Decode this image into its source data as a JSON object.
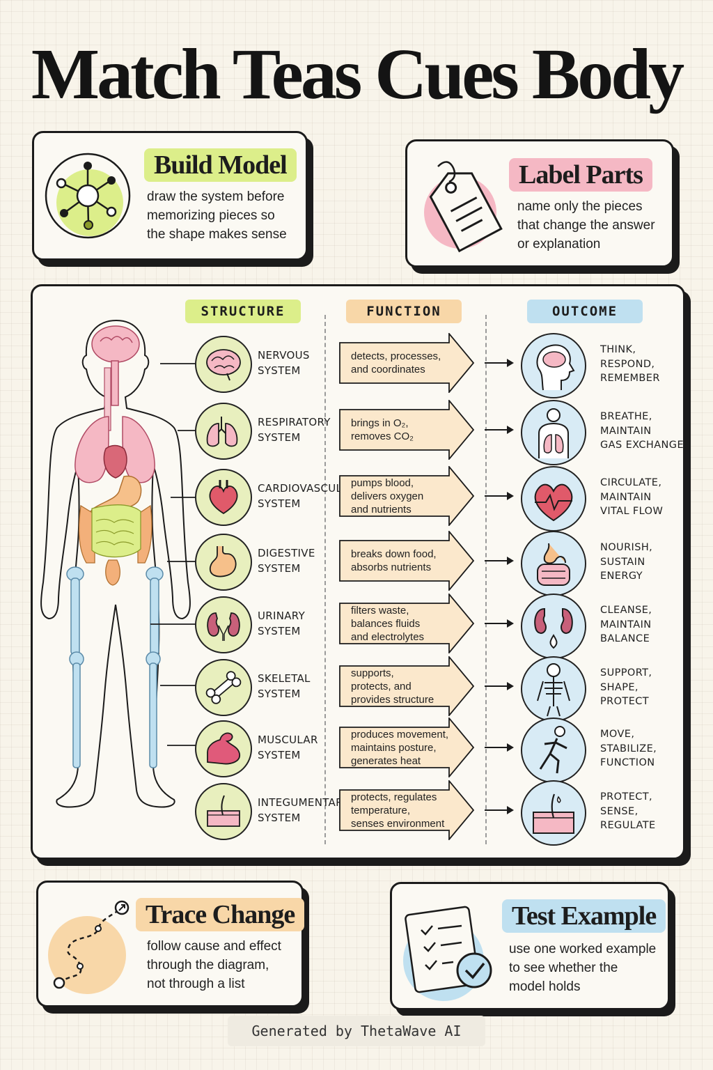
{
  "title": "Match Teas Cues Body",
  "cards": {
    "build_model": {
      "title": "Build Model",
      "lines": [
        "draw the system before",
        "memorizing pieces so",
        "the shape makes sense"
      ]
    },
    "label_parts": {
      "title": "Label Parts",
      "lines": [
        "name only the pieces",
        "that change the answer",
        "or explanation"
      ]
    },
    "trace_change": {
      "title": "Trace Change",
      "lines": [
        "follow cause and effect",
        "through the diagram,",
        "not through a list"
      ]
    },
    "test_example": {
      "title": "Test Example",
      "lines": [
        "use one worked example",
        "to see whether the",
        "model holds"
      ]
    }
  },
  "columns": {
    "structure": "STRUCTURE",
    "function": "FUNCTION",
    "outcome": "OUTCOME"
  },
  "systems": [
    {
      "name": [
        "NERVOUS",
        "SYSTEM"
      ],
      "function": [
        "detects, processes,",
        "and coordinates"
      ],
      "outcome": [
        "THINK,",
        "RESPOND,",
        "REMEMBER"
      ],
      "icon": "brain-icon",
      "outcome_icon": "head-brain-icon"
    },
    {
      "name": [
        "RESPIRATORY",
        "SYSTEM"
      ],
      "function": [
        "brings in O₂,",
        "removes CO₂"
      ],
      "outcome": [
        "BREATHE,",
        "MAINTAIN",
        "GAS EXCHANGE"
      ],
      "icon": "lungs-icon",
      "outcome_icon": "torso-lungs-icon"
    },
    {
      "name": [
        "CARDIOVASCULAR",
        "SYSTEM"
      ],
      "function": [
        "pumps blood,",
        "delivers oxygen",
        "and nutrients"
      ],
      "outcome": [
        "CIRCULATE,",
        "MAINTAIN",
        "VITAL FLOW"
      ],
      "icon": "heart-icon",
      "outcome_icon": "heart-pulse-icon"
    },
    {
      "name": [
        "DIGESTIVE",
        "SYSTEM"
      ],
      "function": [
        "breaks down food,",
        "absorbs nutrients"
      ],
      "outcome": [
        "NOURISH,",
        "SUSTAIN",
        "ENERGY"
      ],
      "icon": "stomach-icon",
      "outcome_icon": "intestines-icon"
    },
    {
      "name": [
        "URINARY",
        "SYSTEM"
      ],
      "function": [
        "filters waste,",
        "balances fluids",
        "and electrolytes"
      ],
      "outcome": [
        "CLEANSE,",
        "MAINTAIN",
        "BALANCE"
      ],
      "icon": "kidneys-icon",
      "outcome_icon": "kidneys-drop-icon"
    },
    {
      "name": [
        "SKELETAL",
        "SYSTEM"
      ],
      "function": [
        "supports,",
        "protects, and",
        "provides structure"
      ],
      "outcome": [
        "SUPPORT,",
        "SHAPE,",
        "PROTECT"
      ],
      "icon": "bone-icon",
      "outcome_icon": "skeleton-icon"
    },
    {
      "name": [
        "MUSCULAR",
        "SYSTEM"
      ],
      "function": [
        "produces movement,",
        "maintains posture,",
        "generates heat"
      ],
      "outcome": [
        "MOVE,",
        "STABILIZE,",
        "FUNCTION"
      ],
      "icon": "muscle-arm-icon",
      "outcome_icon": "runner-icon"
    },
    {
      "name": [
        "INTEGUMENTARY",
        "SYSTEM"
      ],
      "function": [
        "protects, regulates",
        "temperature,",
        "senses environment"
      ],
      "outcome": [
        "PROTECT,",
        "SENSE,",
        "REGULATE"
      ],
      "icon": "skin-icon",
      "outcome_icon": "skin-layers-icon"
    }
  ],
  "footer": "Generated by ThetaWave AI",
  "colors": {
    "lime": "#dcee8a",
    "pink": "#f5b8c4",
    "peach": "#f8d7a8",
    "blue": "#bfe0f0",
    "ink": "#1b1b1b"
  }
}
